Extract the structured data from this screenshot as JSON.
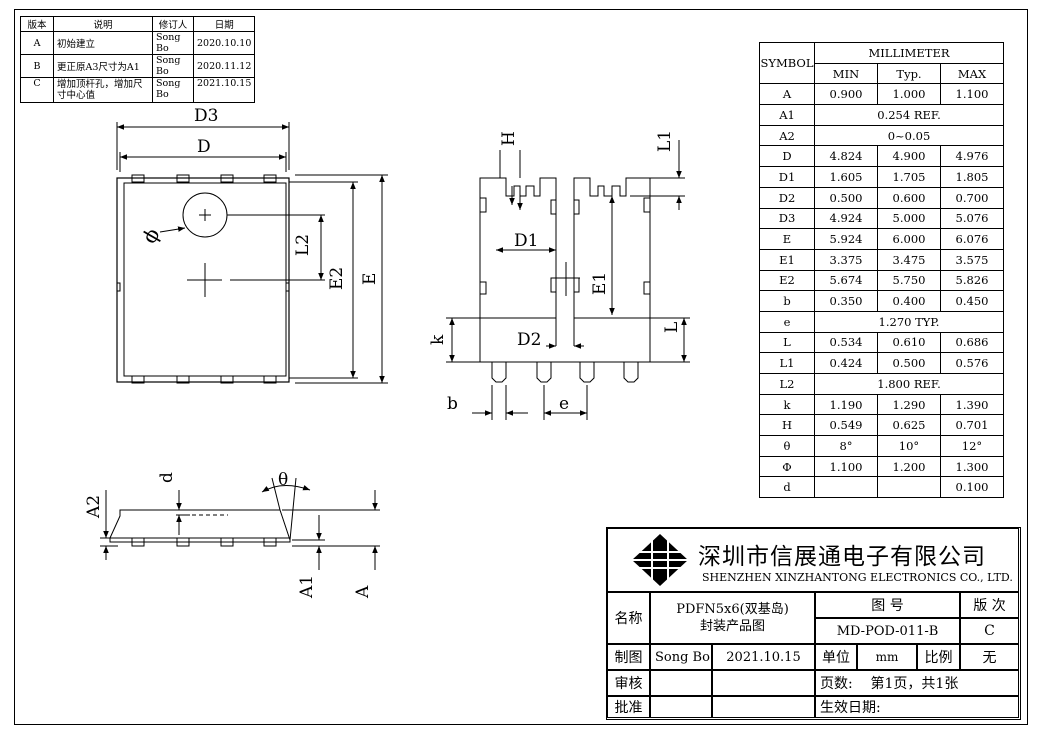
{
  "revision": {
    "headers": [
      "版本",
      "说明",
      "修订人",
      "日期"
    ],
    "rows": [
      {
        "ver": "A",
        "desc": "初始建立",
        "by": "Song Bo",
        "date": "2020.10.10"
      },
      {
        "ver": "B",
        "desc": "更正原A3尺寸为A1",
        "by": "Song Bo",
        "date": "2020.11.12"
      },
      {
        "ver": "C",
        "desc": "增加顶杆孔，增加尺寸中心值",
        "by": "Song Bo",
        "date": "2021.10.15"
      }
    ]
  },
  "dimensions": {
    "symbol_header": "SYMBOL",
    "unit_header": "MILLIMETER",
    "min_header": "MIN",
    "typ_header": "Typ.",
    "max_header": "MAX",
    "rows": [
      {
        "sym": "A",
        "min": "0.900",
        "typ": "1.000",
        "max": "1.100"
      },
      {
        "sym": "A1",
        "span": "0.254 REF."
      },
      {
        "sym": "A2",
        "span": "0~0.05"
      },
      {
        "sym": "D",
        "min": "4.824",
        "typ": "4.900",
        "max": "4.976"
      },
      {
        "sym": "D1",
        "min": "1.605",
        "typ": "1.705",
        "max": "1.805"
      },
      {
        "sym": "D2",
        "min": "0.500",
        "typ": "0.600",
        "max": "0.700"
      },
      {
        "sym": "D3",
        "min": "4.924",
        "typ": "5.000",
        "max": "5.076"
      },
      {
        "sym": "E",
        "min": "5.924",
        "typ": "6.000",
        "max": "6.076"
      },
      {
        "sym": "E1",
        "min": "3.375",
        "typ": "3.475",
        "max": "3.575"
      },
      {
        "sym": "E2",
        "min": "5.674",
        "typ": "5.750",
        "max": "5.826"
      },
      {
        "sym": "b",
        "min": "0.350",
        "typ": "0.400",
        "max": "0.450"
      },
      {
        "sym": "e",
        "span": "1.270 TYP."
      },
      {
        "sym": "L",
        "min": "0.534",
        "typ": "0.610",
        "max": "0.686"
      },
      {
        "sym": "L1",
        "min": "0.424",
        "typ": "0.500",
        "max": "0.576"
      },
      {
        "sym": "L2",
        "span": "1.800 REF."
      },
      {
        "sym": "k",
        "min": "1.190",
        "typ": "1.290",
        "max": "1.390"
      },
      {
        "sym": "H",
        "min": "0.549",
        "typ": "0.625",
        "max": "0.701"
      },
      {
        "sym": "θ",
        "min": "8°",
        "typ": "10°",
        "max": "12°"
      },
      {
        "sym": "Φ",
        "min": "1.100",
        "typ": "1.200",
        "max": "1.300"
      },
      {
        "sym": "d",
        "min": "",
        "typ": "",
        "max": "0.100"
      }
    ]
  },
  "title_block": {
    "company_cn": "深圳市信展通电子有限公司",
    "company_en": "SHENZHEN XINZHANTONG ELECTRONICS CO., LTD.",
    "name_label": "名称",
    "product_line1": "PDFN5x6(双基岛)",
    "product_line2": "封装产品图",
    "drawing_no_label": "图 号",
    "drawing_no": "MD-POD-011-B",
    "version_label": "版 次",
    "version": "C",
    "draw_label": "制图",
    "drawer": "Song Bo",
    "draw_date": "2021.10.15",
    "unit_label": "单位",
    "unit": "mm",
    "scale_label": "比例",
    "scale": "无",
    "review_label": "审核",
    "pages": "页数:    第1页，共1张",
    "approve_label": "批准",
    "effective": "生效日期:"
  },
  "labels": {
    "D3": "D3",
    "D": "D",
    "phi": "ϕ",
    "L2": "L2",
    "E2": "E2",
    "E": "E",
    "H": "H",
    "L1": "L1",
    "D1": "D1",
    "E1": "E1",
    "k": "k",
    "D2": "D2",
    "L": "L",
    "b": "b",
    "e": "e",
    "d": "d",
    "theta": "θ",
    "A2": "A2",
    "A1": "A1",
    "A": "A"
  }
}
